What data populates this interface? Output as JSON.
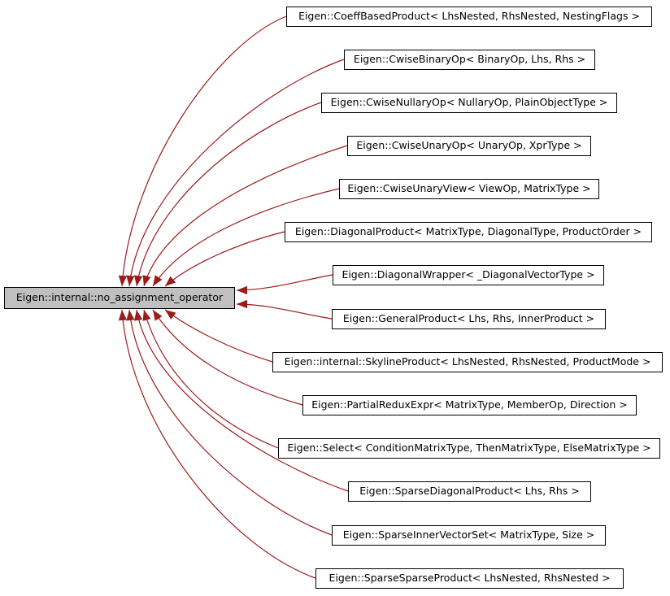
{
  "diagram": {
    "kind": "inheritance-graph",
    "base_node": {
      "label": "Eigen::internal::no_assignment_operator"
    },
    "derived_nodes": [
      {
        "label": "Eigen::CoeffBasedProduct< LhsNested, RhsNested, NestingFlags >"
      },
      {
        "label": "Eigen::CwiseBinaryOp< BinaryOp, Lhs, Rhs >"
      },
      {
        "label": "Eigen::CwiseNullaryOp< NullaryOp, PlainObjectType >"
      },
      {
        "label": "Eigen::CwiseUnaryOp< UnaryOp, XprType >"
      },
      {
        "label": "Eigen::CwiseUnaryView< ViewOp, MatrixType >"
      },
      {
        "label": "Eigen::DiagonalProduct< MatrixType, DiagonalType, ProductOrder >"
      },
      {
        "label": "Eigen::DiagonalWrapper< _DiagonalVectorType >"
      },
      {
        "label": "Eigen::GeneralProduct< Lhs, Rhs, InnerProduct >"
      },
      {
        "label": "Eigen::internal::SkylineProduct< LhsNested, RhsNested, ProductMode >"
      },
      {
        "label": "Eigen::PartialReduxExpr< MatrixType, MemberOp, Direction >"
      },
      {
        "label": "Eigen::Select< ConditionMatrixType, ThenMatrixType, ElseMatrixType >"
      },
      {
        "label": "Eigen::SparseDiagonalProduct< Lhs, Rhs >"
      },
      {
        "label": "Eigen::SparseInnerVectorSet< MatrixType, Size >"
      },
      {
        "label": "Eigen::SparseSparseProduct< LhsNested, RhsNested >"
      }
    ],
    "colors": {
      "edge": "#9c1b1b",
      "base_node_fill": "#c0c0c0",
      "node_fill": "#ffffff",
      "node_border": "#000000",
      "background": "#ffffff"
    }
  }
}
